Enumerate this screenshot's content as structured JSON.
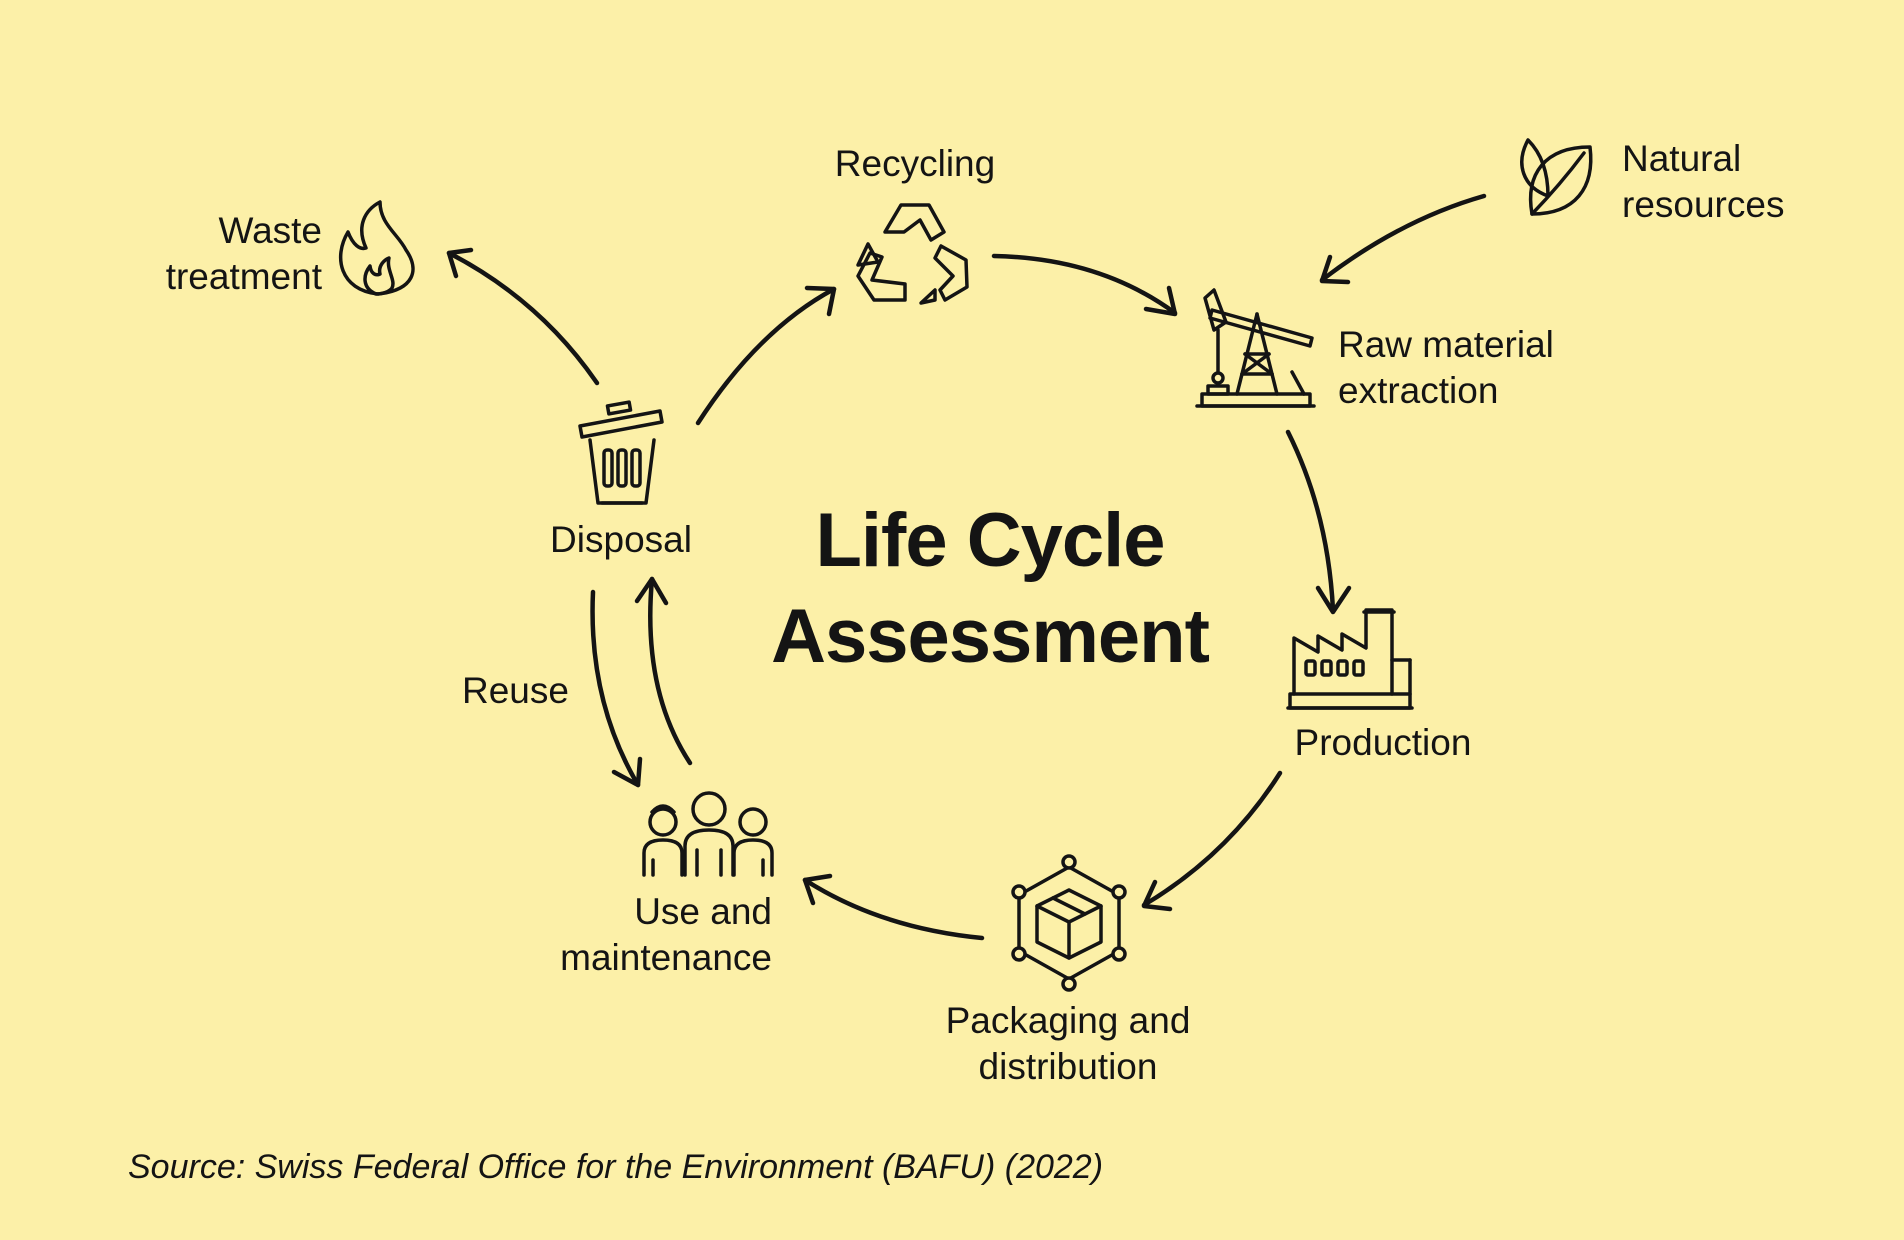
{
  "title": {
    "line1": "Life Cycle",
    "line2": "Assessment"
  },
  "stages": {
    "natural_resources": {
      "line1": "Natural",
      "line2": "resources",
      "icon": "leaf-icon"
    },
    "raw_material": {
      "line1": "Raw material",
      "line2": "extraction",
      "icon": "oil-pump-icon"
    },
    "production": {
      "label": "Production",
      "icon": "factory-icon"
    },
    "packaging": {
      "line1": "Packaging and",
      "line2": "distribution",
      "icon": "package-network-icon"
    },
    "use": {
      "line1": "Use and",
      "line2": "maintenance",
      "icon": "people-group-icon"
    },
    "disposal": {
      "label": "Disposal",
      "icon": "trash-bin-icon"
    },
    "recycling": {
      "label": "Recycling",
      "icon": "recycle-icon"
    },
    "waste": {
      "line1": "Waste",
      "line2": "treatment",
      "icon": "flame-icon"
    }
  },
  "reuse_label": "Reuse",
  "source": "Source: Swiss Federal Office for the Environment (BAFU) (2022)",
  "colors": {
    "background": "#fcf0a8",
    "ink": "#141414"
  }
}
